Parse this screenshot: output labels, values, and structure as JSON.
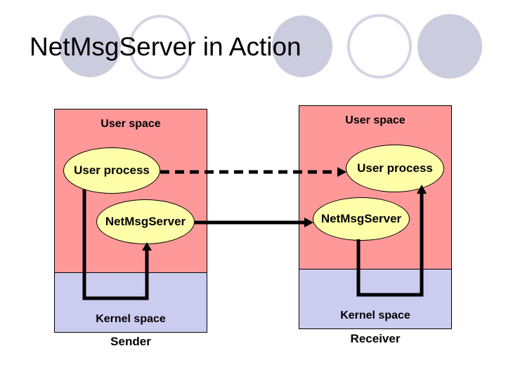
{
  "title": "NetMsgServer in Action",
  "sender": {
    "user_space_label": "User space",
    "process_label": "User process",
    "server_label": "NetMsgServer",
    "kernel_space_label": "Kernel space",
    "caption": "Sender"
  },
  "receiver": {
    "user_space_label": "User space",
    "process_label": "User process",
    "server_label": "NetMsgServer",
    "kernel_space_label": "Kernel space",
    "caption": "Receiver"
  },
  "colors": {
    "title_color": "#000000",
    "user_space_fill": "#ff9999",
    "kernel_space_fill": "#ccccf0",
    "process_ellipse_fill": "#ffffaa",
    "decorative_circle_fill": "#ccccdf",
    "decorative_circle_outline": "#d4d4e4",
    "connector_color": "#000000"
  }
}
